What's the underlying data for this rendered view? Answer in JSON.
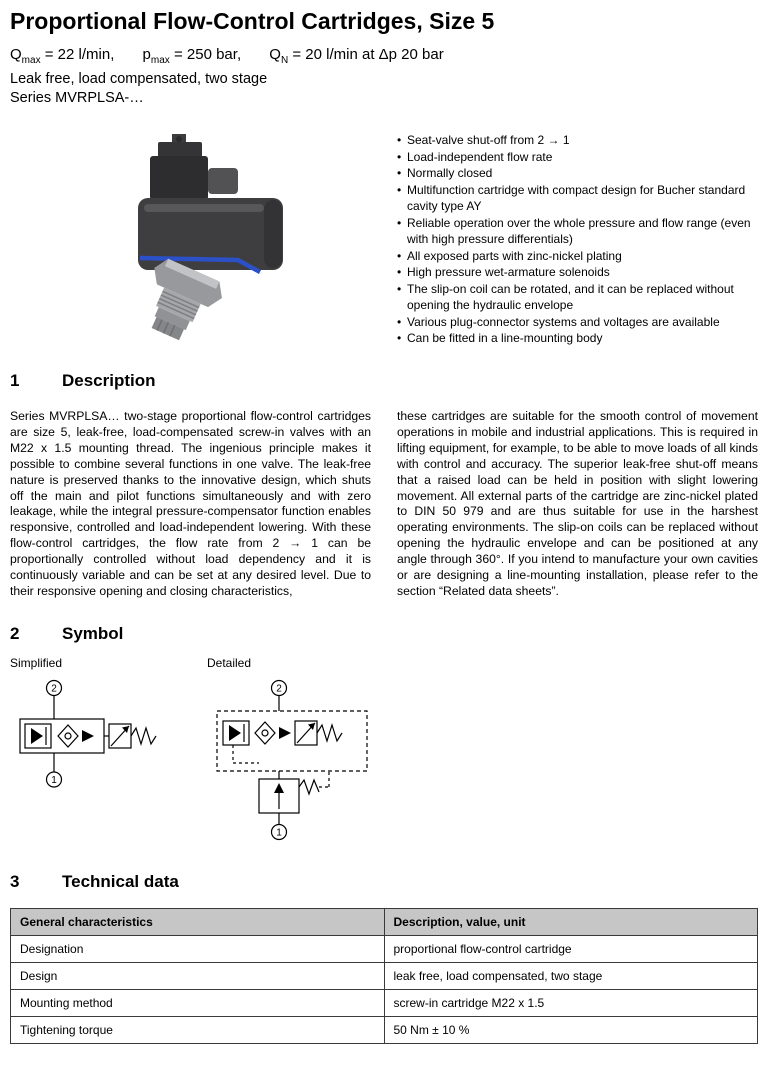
{
  "header": {
    "title": "Proportional Flow-Control Cartridges, Size 5",
    "specs": [
      {
        "base": "Q",
        "sub": "max",
        "rest": " = 22 l/min,"
      },
      {
        "base": "p",
        "sub": "max",
        "rest": " = 250 bar,"
      },
      {
        "base": "Q",
        "sub": "N",
        "rest": " = 20 l/min at Δp 20 bar"
      }
    ],
    "subtitle_line1": "Leak free, load compensated, two stage",
    "subtitle_line2": "Series MVRPLSA-…"
  },
  "features": {
    "items": [
      "Seat-valve shut-off from 2 → 1",
      "Load-independent flow rate",
      "Normally closed",
      "Multifunction cartridge with compact design for Bucher standard cavity type AY",
      "Reliable operation over the whole pressure and flow range (even with high pressure differentials)",
      "All exposed parts with zinc-nickel plating",
      "High pressure wet-armature solenoids",
      "The slip-on coil can be rotated, and it can be replaced without opening the hydraulic envelope",
      "Various plug-connector systems and voltages are available",
      "Can be fitted in a line-mounting body"
    ]
  },
  "sections": {
    "description": {
      "number": "1",
      "title": "Description"
    },
    "symbol": {
      "number": "2",
      "title": "Symbol"
    },
    "technical": {
      "number": "3",
      "title": "Technical data"
    }
  },
  "description": {
    "left": "Series MVRPLSA… two-stage proportional flow-control cartridges are size 5, leak-free, load-compensated screw-in valves with an M22 x 1.5 mounting thread. The ingenious principle makes it possible to combine several functions in one valve. The leak-free nature is preserved thanks to the innovative design, which shuts off the main and pilot functions simultaneously and with zero leakage, while the integral pressure-compensator function enables responsive, controlled and load-independent lowering. With these flow-control cartridges, the flow rate from 2 → 1 can be proportionally controlled without load dependency and it is continuously variable and can be set at any desired level. Due to their responsive opening and closing characteristics,",
    "right": "these cartridges are suitable for the smooth control of movement operations in mobile and industrial applications. This is required in lifting equipment, for example, to be able to move loads of all kinds with control and accuracy. The superior leak-free shut-off means that a raised load can be held in position with slight lowering movement. All external parts of the cartridge are zinc-nickel plated to DIN 50 979 and are thus suitable for use in the harshest operating environments. The slip-on coils can be replaced without opening the hydraulic envelope and can be positioned at any angle through 360°. If you intend to manufacture your own cavities or are designing a line-mounting installation, please refer to the section “Related data sheets”."
  },
  "symbol": {
    "simplified_label": "Simplified",
    "detailed_label": "Detailed",
    "port_top": "2",
    "port_bottom": "1"
  },
  "table": {
    "headers": [
      "General characteristics",
      "Description, value, unit"
    ],
    "rows": [
      [
        "Designation",
        "proportional flow-control cartridge"
      ],
      [
        "Design",
        "leak free, load compensated, two stage"
      ],
      [
        "Mounting method",
        "screw-in cartridge M22 x 1.5"
      ],
      [
        "Tightening torque",
        "50 Nm ± 10 %"
      ]
    ]
  },
  "colors": {
    "table_header_bg": "#c6c6c6",
    "coil_body": "#3e3e41",
    "seal_blue": "#2b50c8"
  }
}
